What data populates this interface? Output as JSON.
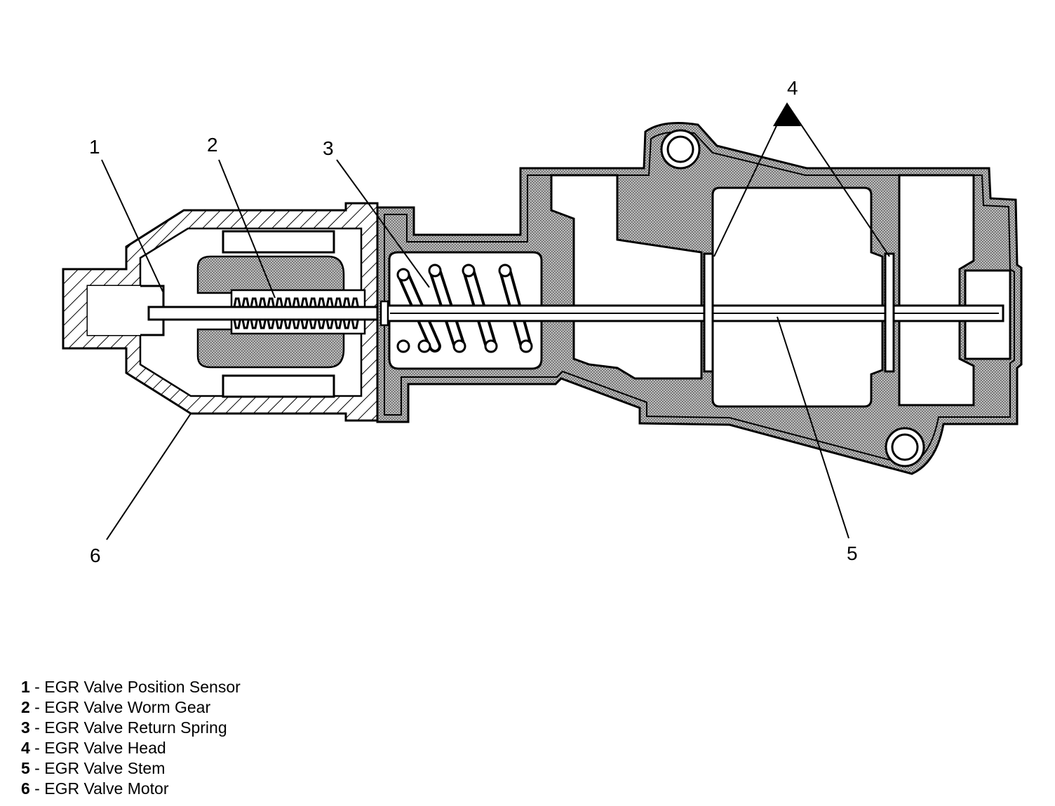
{
  "callouts": [
    "1",
    "2",
    "3",
    "4",
    "5",
    "6"
  ],
  "legend": [
    {
      "num": "1",
      "sep": " - ",
      "text": "EGR Valve Position Sensor"
    },
    {
      "num": "2",
      "sep": " - ",
      "text": "EGR Valve Worm Gear"
    },
    {
      "num": "3",
      "sep": " - ",
      "text": "EGR Valve Return Spring"
    },
    {
      "num": "4",
      "sep": " - ",
      "text": "EGR Valve Head"
    },
    {
      "num": "5",
      "sep": " - ",
      "text": "EGR Valve Stem"
    },
    {
      "num": "6",
      "sep": " - ",
      "text": "EGR Valve Motor"
    }
  ],
  "colors": {
    "line": "#000000",
    "fill": "#ffffff",
    "shade": "#9a9a9a"
  }
}
